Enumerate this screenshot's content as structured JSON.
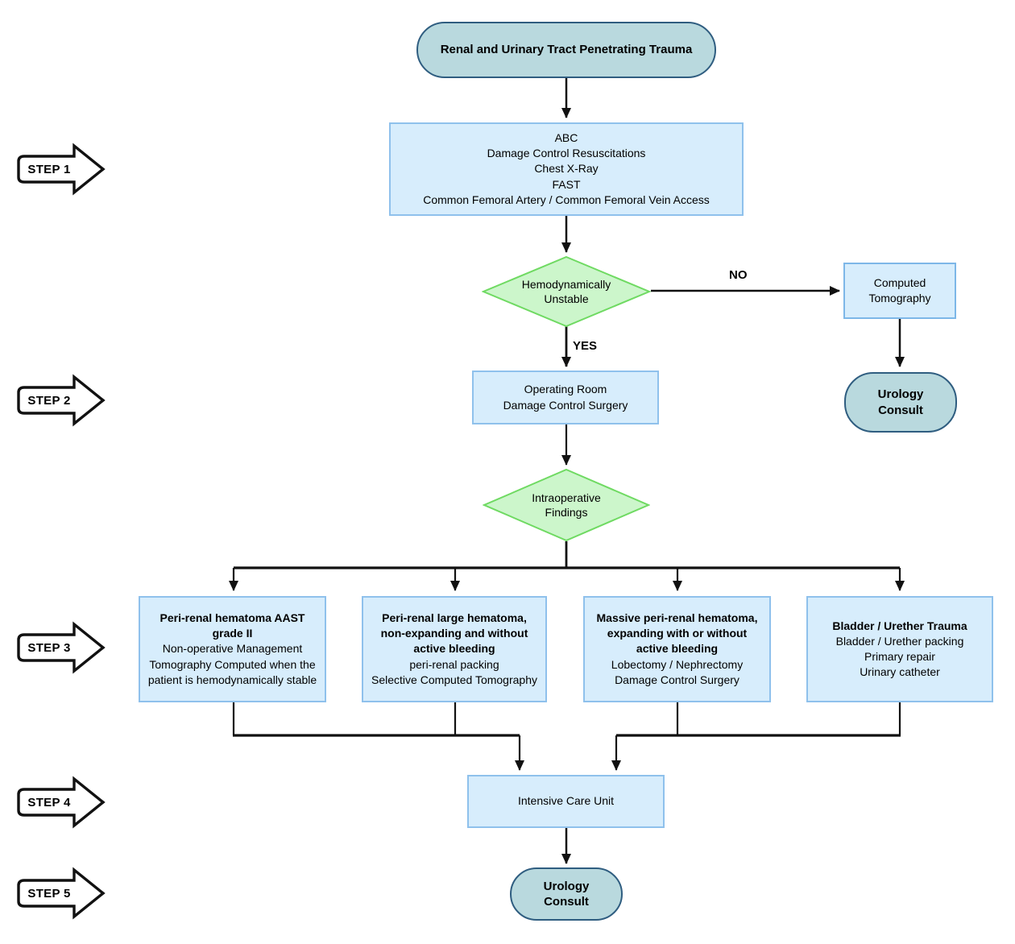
{
  "diagram": {
    "title_node": "Renal and Urinary Tract Penetrating Trauma",
    "steps": [
      {
        "label": "STEP 1"
      },
      {
        "label": "STEP 2"
      },
      {
        "label": "STEP 3"
      },
      {
        "label": "STEP 4"
      },
      {
        "label": "STEP 5"
      }
    ],
    "resuscitation_box": {
      "lines": [
        "ABC",
        "Damage Control Resuscitations",
        "Chest X-Ray",
        "FAST",
        "Common Femoral Artery / Common Femoral Vein Access"
      ]
    },
    "decision_hemodynamic": "Hemodynamically Unstable",
    "edge_no": "NO",
    "edge_yes": "YES",
    "ct_box": "Computed Tomography",
    "urology_consult_right": "Urology\nConsult",
    "or_box": "Operating Room\nDamage Control Surgery",
    "decision_intraoperative": "Intraoperative Findings",
    "outcome_boxes": [
      {
        "title": "Peri-renal hematoma AAST grade II",
        "body": "Non-operative Management\nTomography Computed when the patient is hemodynamically stable"
      },
      {
        "title": "Peri-renal large hematoma, non-expanding and without active bleeding",
        "body": "peri-renal packing\nSelective Computed Tomography"
      },
      {
        "title": "Massive peri-renal hematoma, expanding with or without active bleeding",
        "body": "Lobectomy / Nephrectomy\nDamage Control Surgery"
      },
      {
        "title": "Bladder / Urether Trauma",
        "body": "Bladder / Urether packing\nPrimary repair\nUrinary catheter"
      }
    ],
    "icu_box": "Intensive Care Unit",
    "urology_consult_bottom": "Urology\nConsult",
    "colors": {
      "process_fill": "#d7edfc",
      "process_border": "#8fc1ec",
      "decision_fill": "#ccf6cb",
      "decision_border": "#6fda62",
      "terminal_fill": "#b9d9de",
      "terminal_border": "#2f5d80",
      "line": "#111111"
    }
  }
}
